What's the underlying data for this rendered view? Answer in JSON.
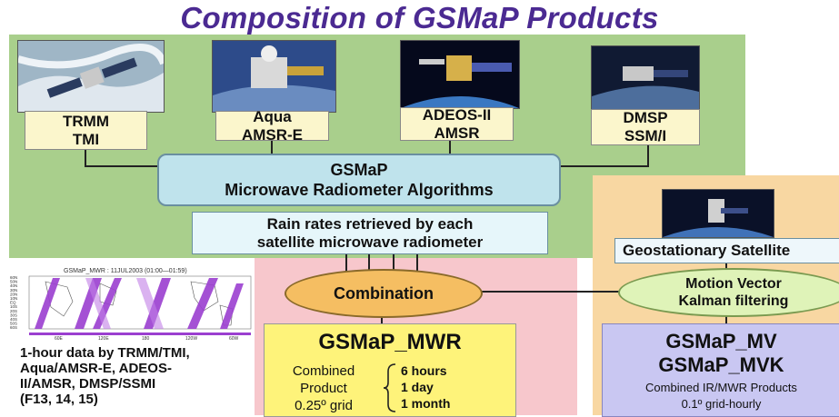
{
  "title": "Composition of GSMaP Products",
  "satellites": [
    {
      "line1": "TRMM",
      "line2": "TMI"
    },
    {
      "line1": "Aqua",
      "line2": "AMSR-E"
    },
    {
      "line1": "ADEOS-II",
      "line2": "AMSR"
    },
    {
      "line1": "DMSP",
      "line2": "SSM/I"
    }
  ],
  "algorithm": {
    "line1": "GSMaP",
    "line2": "Microwave Radiometer Algorithms"
  },
  "rain_rates": {
    "line1": "Rain rates retrieved by each",
    "line2": "satellite microwave radiometer"
  },
  "geostationary": "Geostationary Satellite",
  "combination": "Combination",
  "motion_vector": {
    "line1": "Motion Vector",
    "line2": "Kalman filtering"
  },
  "mwr": {
    "title": "GSMaP_MWR",
    "desc1": "Combined",
    "desc2": "Product",
    "desc3": "0.25º grid",
    "periods": [
      "6 hours",
      "1 day",
      "1 month"
    ]
  },
  "mv": {
    "title1": "GSMaP_MV",
    "title2": "GSMaP_MVK",
    "sub1": "Combined IR/MWR Products",
    "sub2": "0.1º grid-hourly"
  },
  "map_caption": "GSMaP_MWR : 11JUL2003 (01:00—01:59)",
  "map_ylabels": [
    "60N",
    "50N",
    "40N",
    "30N",
    "20N",
    "10N",
    "EQ",
    "10S",
    "20S",
    "30S",
    "40S",
    "50S",
    "60S"
  ],
  "map_xlabels": [
    "60E",
    "120E",
    "180",
    "120W",
    "60W"
  ],
  "data_note": [
    "1-hour data by TRMM/TMI,",
    "Aqua/AMSR-E, ADEOS-",
    "II/AMSR, DMSP/SSMI",
    "(F13, 14, 15)"
  ],
  "colors": {
    "title": "#4b2a92",
    "green_panel": "#a9cf8c",
    "pink_panel": "#f7c7cc",
    "tan_panel": "#f8d7a2",
    "mwr_box": "#fef37a",
    "mv_box": "#c9c7f2",
    "rain_swath": "#9b3fd0"
  }
}
